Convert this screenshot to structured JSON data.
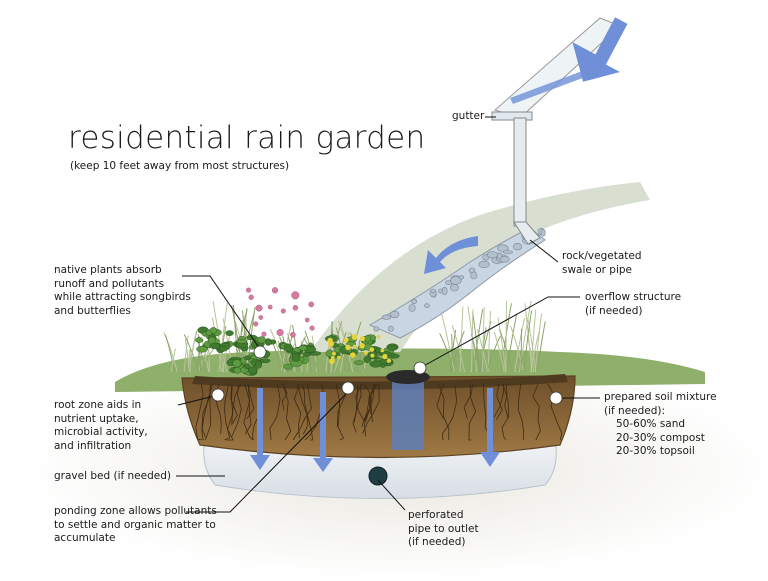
{
  "title": "residential rain garden",
  "subtitle": "(keep 10 feet away from most structures)",
  "labels": {
    "gutter": "gutter",
    "native_plants": "native plants absorb\nrunoff and pollutants\nwhile attracting songbirds\nand butterflies",
    "rock_swale": "rock/vegetated\nswale or pipe",
    "overflow": "overflow structure\n(if needed)",
    "root_zone": "root zone aids in\nnutrient uptake,\nmicrobial activity,\nand infiltration",
    "soil_mixture": "prepared soil mixture\n(if needed):",
    "soil_components": "50-60% sand\n20-30% compost\n20-30% topsoil",
    "gravel": "gravel bed (if needed)",
    "ponding": "ponding zone allows pollutants\nto settle and organic matter to\naccumulate",
    "pipe": "perforated\npipe to outlet\n(if needed)"
  },
  "colors": {
    "water_arrow": "#6f8fd8",
    "soil": "#8a6a3c",
    "gravel": "#e6ebf0",
    "grass": "#7fa35a",
    "plants": "#3f7a2e",
    "flowers": "#d77aa0",
    "yellow_flowers": "#e6d23a",
    "gutter": "#dfe8ee"
  }
}
